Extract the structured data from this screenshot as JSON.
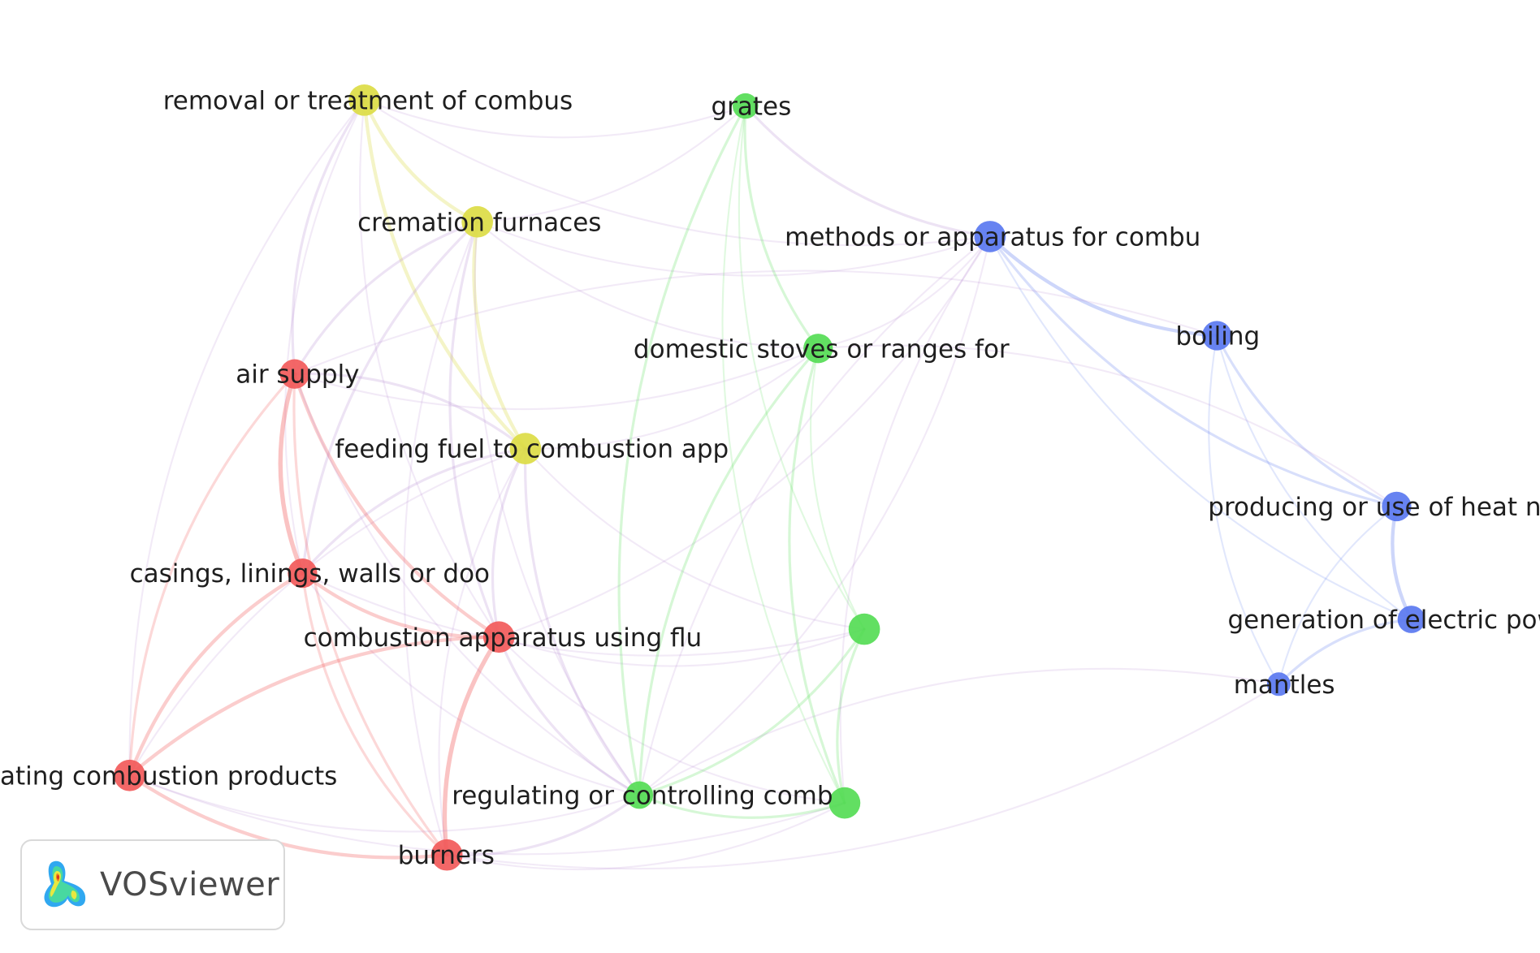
{
  "brand": {
    "logo_text": "VOSviewer"
  },
  "colors": {
    "cluster_red": "#f25a5a",
    "cluster_yellow": "#dcdc45",
    "cluster_green": "#55dc55",
    "cluster_blue": "#5a78f0"
  },
  "nodes": [
    {
      "id": "removal",
      "label": "removal or treatment of combus",
      "cluster": "cluster_yellow"
    },
    {
      "id": "grates",
      "label": "grates",
      "cluster": "cluster_green"
    },
    {
      "id": "cremation",
      "label": "cremation furnaces",
      "cluster": "cluster_yellow"
    },
    {
      "id": "methods",
      "label": "methods or apparatus for combu",
      "cluster": "cluster_blue"
    },
    {
      "id": "boiling",
      "label": "boiling",
      "cluster": "cluster_blue"
    },
    {
      "id": "domestic",
      "label": "domestic stoves or ranges for",
      "cluster": "cluster_green"
    },
    {
      "id": "airsupply",
      "label": "air supply",
      "cluster": "cluster_red"
    },
    {
      "id": "feeding",
      "label": "feeding fuel to combustion app",
      "cluster": "cluster_yellow"
    },
    {
      "id": "producing",
      "label": "producing or use of heat no",
      "cluster": "cluster_blue"
    },
    {
      "id": "casings",
      "label": "casings, linings, walls or doo",
      "cluster": "cluster_red"
    },
    {
      "id": "unlabeled1",
      "label": "",
      "cluster": "cluster_green"
    },
    {
      "id": "generation",
      "label": "generation of electric pow",
      "cluster": "cluster_blue"
    },
    {
      "id": "combustion",
      "label": "combustion apparatus using flu",
      "cluster": "cluster_red"
    },
    {
      "id": "mantles",
      "label": "mantles",
      "cluster": "cluster_blue"
    },
    {
      "id": "eliminating",
      "label": "ating combustion products",
      "cluster": "cluster_red"
    },
    {
      "id": "regulating",
      "label": "regulating or controlling comb",
      "cluster": "cluster_green"
    },
    {
      "id": "unlabeled2",
      "label": "",
      "cluster": "cluster_green"
    },
    {
      "id": "burners",
      "label": "burners",
      "cluster": "cluster_red"
    }
  ],
  "links": [
    [
      "removal",
      "cremation",
      3
    ],
    [
      "removal",
      "feeding",
      3
    ],
    [
      "removal",
      "airsupply",
      2
    ],
    [
      "removal",
      "casings",
      1
    ],
    [
      "removal",
      "combustion",
      1
    ],
    [
      "removal",
      "grates",
      1
    ],
    [
      "removal",
      "eliminating",
      1
    ],
    [
      "removal",
      "methods",
      1
    ],
    [
      "cremation",
      "feeding",
      3
    ],
    [
      "cremation",
      "airsupply",
      2
    ],
    [
      "cremation",
      "casings",
      2
    ],
    [
      "cremation",
      "combustion",
      2
    ],
    [
      "cremation",
      "grates",
      1
    ],
    [
      "cremation",
      "regulating",
      1
    ],
    [
      "cremation",
      "domestic",
      1
    ],
    [
      "cremation",
      "methods",
      1
    ],
    [
      "cremation",
      "burners",
      1
    ],
    [
      "feeding",
      "airsupply",
      2
    ],
    [
      "feeding",
      "casings",
      2
    ],
    [
      "feeding",
      "combustion",
      2
    ],
    [
      "feeding",
      "regulating",
      2
    ],
    [
      "feeding",
      "burners",
      1
    ],
    [
      "feeding",
      "domestic",
      1
    ],
    [
      "feeding",
      "eliminating",
      1
    ],
    [
      "feeding",
      "unlabeled1",
      1
    ],
    [
      "airsupply",
      "casings",
      4
    ],
    [
      "airsupply",
      "combustion",
      3
    ],
    [
      "airsupply",
      "burners",
      2
    ],
    [
      "airsupply",
      "eliminating",
      2
    ],
    [
      "airsupply",
      "regulating",
      1
    ],
    [
      "airsupply",
      "domestic",
      1
    ],
    [
      "casings",
      "combustion",
      3
    ],
    [
      "casings",
      "eliminating",
      3
    ],
    [
      "casings",
      "burners",
      2
    ],
    [
      "casings",
      "regulating",
      1
    ],
    [
      "casings",
      "unlabeled1",
      1
    ],
    [
      "combustion",
      "burners",
      4
    ],
    [
      "combustion",
      "eliminating",
      3
    ],
    [
      "combustion",
      "regulating",
      2
    ],
    [
      "combustion",
      "unlabeled1",
      1
    ],
    [
      "combustion",
      "unlabeled2",
      1
    ],
    [
      "combustion",
      "methods",
      1
    ],
    [
      "eliminating",
      "burners",
      3
    ],
    [
      "eliminating",
      "regulating",
      1
    ],
    [
      "eliminating",
      "unlabeled2",
      1
    ],
    [
      "burners",
      "regulating",
      2
    ],
    [
      "burners",
      "unlabeled2",
      1
    ],
    [
      "burners",
      "mantles",
      1
    ],
    [
      "grates",
      "domestic",
      2
    ],
    [
      "grates",
      "regulating",
      2
    ],
    [
      "grates",
      "methods",
      2
    ],
    [
      "grates",
      "unlabeled1",
      1
    ],
    [
      "grates",
      "unlabeled2",
      1
    ],
    [
      "domestic",
      "regulating",
      2
    ],
    [
      "domestic",
      "unlabeled2",
      2
    ],
    [
      "domestic",
      "unlabeled1",
      1
    ],
    [
      "domestic",
      "methods",
      1
    ],
    [
      "regulating",
      "unlabeled1",
      2
    ],
    [
      "regulating",
      "unlabeled2",
      2
    ],
    [
      "unlabeled1",
      "unlabeled2",
      2
    ],
    [
      "regulating",
      "methods",
      1
    ],
    [
      "methods",
      "boiling",
      3
    ],
    [
      "methods",
      "producing",
      2
    ],
    [
      "methods",
      "generation",
      1
    ],
    [
      "methods",
      "regulating",
      1
    ],
    [
      "methods",
      "unlabeled2",
      1
    ],
    [
      "boiling",
      "producing",
      2
    ],
    [
      "boiling",
      "generation",
      1
    ],
    [
      "boiling",
      "mantles",
      1
    ],
    [
      "producing",
      "generation",
      3
    ],
    [
      "producing",
      "mantles",
      1
    ],
    [
      "generation",
      "mantles",
      2
    ],
    [
      "mantles",
      "regulating",
      1
    ],
    [
      "producing",
      "domestic",
      1
    ],
    [
      "boiling",
      "airsupply",
      1
    ]
  ]
}
